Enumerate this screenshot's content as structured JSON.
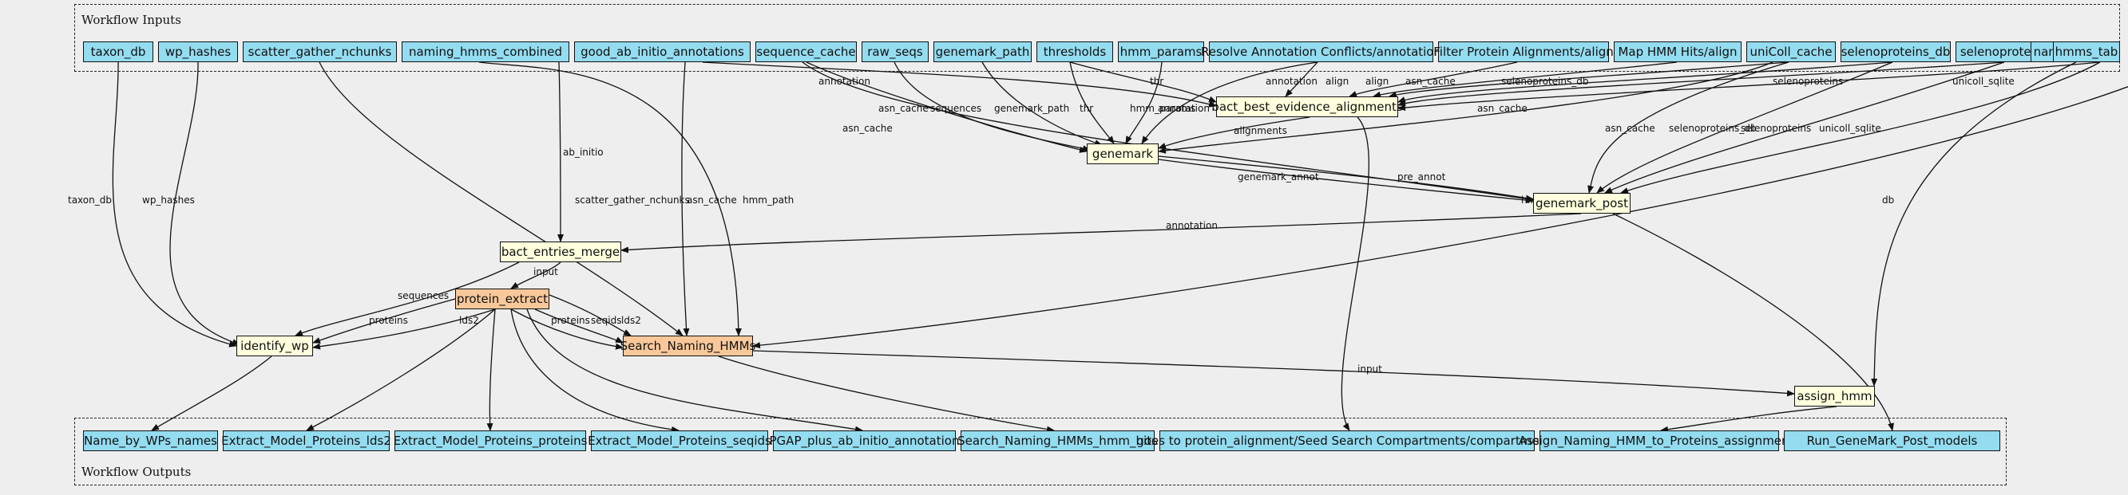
{
  "inputs_title": "Workflow Inputs",
  "outputs_title": "Workflow Outputs",
  "inputs": [
    "taxon_db",
    "wp_hashes",
    "scatter_gather_nchunks",
    "naming_hmms_combined",
    "good_ab_initio_annotations",
    "sequence_cache",
    "raw_seqs",
    "genemark_path",
    "thresholds",
    "hmm_params",
    "Resolve Annotation Conflicts/annotation",
    "Filter Protein Alignments/align",
    "Map HMM Hits/align",
    "uniColl_cache",
    "selenoproteins_db",
    "selenoproteins",
    "naming_sqlite",
    "hmms_tab"
  ],
  "steps": {
    "bact_best_evidence_alignments": "bact_best_evidence_alignments",
    "genemark": "genemark",
    "genemark_post": "genemark_post",
    "bact_entries_merge": "bact_entries_merge",
    "protein_extract": "protein_extract",
    "identify_wp": "identify_wp",
    "Search_Naming_HMMs": "Search_Naming_HMMs",
    "assign_hmm": "assign_hmm"
  },
  "outputs": [
    "Name_by_WPs_names",
    "Extract_Model_Proteins_lds2",
    "Extract_Model_Proteins_proteins",
    "Extract_Model_Proteins_seqids",
    "PGAP_plus_ab_initio_annotation",
    "Search_Naming_HMMs_hmm_hits",
    "goes to protein_alignment/Seed Search Compartments/compartments",
    "Assign_Naming_HMM_to_Proteins_assignments",
    "Run_GeneMark_Post_models"
  ],
  "edge_labels": {
    "taxon_db": "taxon_db",
    "wp_hashes": "wp_hashes",
    "scatter_gather_nchunks": "scatter_gather_nchunks",
    "hmm_path": "hmm_path",
    "ab_initio": "ab_initio",
    "asn_cache": "asn_cache",
    "annotation": "annotation",
    "sequences": "sequences",
    "genemark_path": "genemark_path",
    "thr": "thr",
    "hmm_params": "hmm_params",
    "align": "align",
    "selenoproteins_db": "selenoproteins_db",
    "selenoproteins": "selenoproteins",
    "unicoll_sqlite": "unicoll_sqlite",
    "alignments": "alignments",
    "genemark_annot": "genemark_annot",
    "pre_annot": "pre_annot",
    "hmms_tab": "hmms_tab",
    "db": "db",
    "input": "input",
    "proteins": "proteins",
    "lds2": "lds2",
    "seqids": "seqids"
  }
}
